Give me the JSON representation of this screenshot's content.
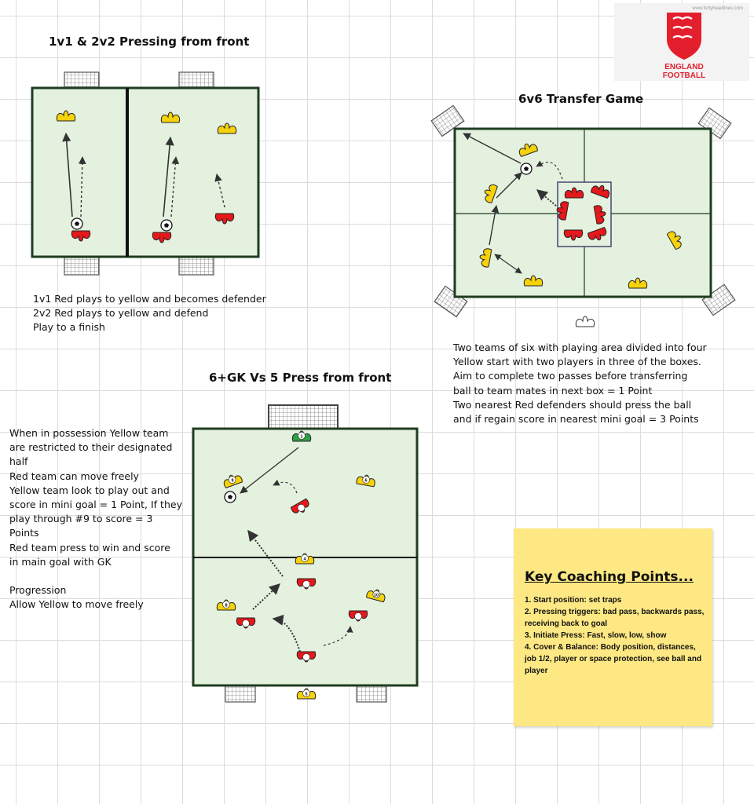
{
  "logo": {
    "line1": "ENGLAND",
    "line2": "FOOTBALL",
    "credit": "www.fortyheadlines.com"
  },
  "drill1": {
    "title": "1v1 & 2v2 Pressing from front",
    "notes": [
      "1v1 Red plays to yellow and becomes defender",
      "2v2 Red plays to yellow and defend",
      "Play to a finish"
    ]
  },
  "drill2": {
    "title": "6v6 Transfer Game",
    "notes": [
      "Two teams of six with playing area divided into four",
      "Yellow start with two players in three of the boxes.",
      "Aim to complete two passes before transferring",
      "ball to team mates in next box = 1 Point",
      "Two nearest Red defenders should press the ball",
      "and if regain score in nearest mini goal = 3 Points"
    ]
  },
  "drill3": {
    "title": "6+GK Vs 5 Press from front",
    "notes": [
      "When in possession Yellow team",
      "are restricted to their designated",
      "half",
      "Red team can move freely",
      "Yellow team look to play out and",
      "score in mini goal = 1 Point, If they",
      "play through #9 to score = 3",
      "Points",
      "Red team press to win and score",
      "in main goal with GK",
      "",
      "Progression",
      "Allow Yellow to move freely"
    ],
    "player_numbers": [
      "1",
      "9",
      "6",
      "4",
      "8",
      "10",
      "5"
    ]
  },
  "coaching": {
    "title": "Key Coaching Points...",
    "points": [
      "1. Start position: set traps",
      "2. Pressing triggers: bad pass, backwards pass, receiving back to goal",
      "3. Initiate Press: Fast, slow, low, show",
      "4. Cover & Balance: Body position, distances, job 1/2, player or space protection, see ball and player"
    ]
  },
  "colors": {
    "pitch": "#e4f1df",
    "line": "#1f3d1f",
    "yellow": "#f5d20a",
    "red": "#e5181b",
    "green": "#2ea043",
    "note": "#fde883",
    "logo_red": "#e41f2d"
  }
}
